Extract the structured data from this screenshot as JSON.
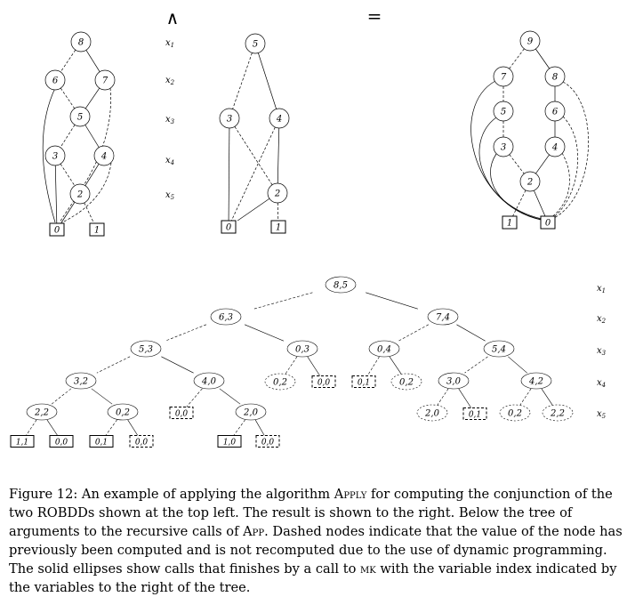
{
  "operators": {
    "and": "∧",
    "equals": "="
  },
  "var_labels_top": [
    "x1",
    "x2",
    "x3",
    "x4",
    "x5"
  ],
  "var_labels_tree": [
    "x1",
    "x2",
    "x3",
    "x4",
    "x5"
  ],
  "bdd1": {
    "nodes": [
      {
        "id": "8",
        "var": 1
      },
      {
        "id": "6",
        "var": 2
      },
      {
        "id": "7",
        "var": 2
      },
      {
        "id": "5",
        "var": 3
      },
      {
        "id": "3",
        "var": 4
      },
      {
        "id": "4",
        "var": 4
      },
      {
        "id": "2",
        "var": 5
      },
      {
        "id": "0",
        "terminal": true
      },
      {
        "id": "1",
        "terminal": true
      }
    ],
    "edges": [
      {
        "from": "8",
        "to": "6",
        "low": true
      },
      {
        "from": "8",
        "to": "7",
        "low": false
      },
      {
        "from": "6",
        "to": "5",
        "low": true
      },
      {
        "from": "6",
        "to": "0",
        "low": false
      },
      {
        "from": "7",
        "to": "5",
        "low": false
      },
      {
        "from": "7",
        "to": "0",
        "low": true
      },
      {
        "from": "5",
        "to": "3",
        "low": true
      },
      {
        "from": "5",
        "to": "4",
        "low": false
      },
      {
        "from": "3",
        "to": "2",
        "low": true
      },
      {
        "from": "3",
        "to": "0",
        "low": false
      },
      {
        "from": "4",
        "to": "2",
        "low": false
      },
      {
        "from": "4",
        "to": "0",
        "low": true
      },
      {
        "from": "2",
        "to": "0",
        "low": false
      },
      {
        "from": "2",
        "to": "1",
        "low": true
      }
    ]
  },
  "bdd2": {
    "nodes": [
      {
        "id": "5",
        "var": 1
      },
      {
        "id": "3",
        "var": 3
      },
      {
        "id": "4",
        "var": 3
      },
      {
        "id": "2",
        "var": 5
      },
      {
        "id": "0",
        "terminal": true
      },
      {
        "id": "1",
        "terminal": true
      }
    ],
    "edges": [
      {
        "from": "5",
        "to": "3",
        "low": true
      },
      {
        "from": "5",
        "to": "4",
        "low": false
      },
      {
        "from": "3",
        "to": "0",
        "low": false
      },
      {
        "from": "3",
        "to": "2",
        "low": true
      },
      {
        "from": "4",
        "to": "2",
        "low": false
      },
      {
        "from": "4",
        "to": "0",
        "low": true
      },
      {
        "from": "2",
        "to": "0",
        "low": false
      },
      {
        "from": "2",
        "to": "1",
        "low": true
      }
    ]
  },
  "bdd3": {
    "nodes": [
      {
        "id": "9",
        "var": 1
      },
      {
        "id": "7",
        "var": 2
      },
      {
        "id": "8",
        "var": 2
      },
      {
        "id": "5",
        "var": 3
      },
      {
        "id": "6",
        "var": 3
      },
      {
        "id": "3",
        "var": 4
      },
      {
        "id": "4",
        "var": 4
      },
      {
        "id": "2",
        "var": 5
      },
      {
        "id": "1",
        "terminal": true
      },
      {
        "id": "0",
        "terminal": true
      }
    ],
    "edges": [
      {
        "from": "9",
        "to": "7",
        "low": true
      },
      {
        "from": "9",
        "to": "8",
        "low": false
      },
      {
        "from": "7",
        "to": "5",
        "low": true
      },
      {
        "from": "7",
        "to": "0",
        "low": false
      },
      {
        "from": "5",
        "to": "3",
        "low": true
      },
      {
        "from": "5",
        "to": "0",
        "low": false
      },
      {
        "from": "3",
        "to": "2",
        "low": true
      },
      {
        "from": "3",
        "to": "0",
        "low": false
      },
      {
        "from": "8",
        "to": "6",
        "low": false
      },
      {
        "from": "8",
        "to": "0",
        "low": true
      },
      {
        "from": "6",
        "to": "4",
        "low": false
      },
      {
        "from": "6",
        "to": "0",
        "low": true
      },
      {
        "from": "4",
        "to": "2",
        "low": false
      },
      {
        "from": "4",
        "to": "0",
        "low": true
      },
      {
        "from": "2",
        "to": "1",
        "low": true
      },
      {
        "from": "2",
        "to": "0",
        "low": false
      }
    ]
  },
  "tree": {
    "nodes": [
      {
        "id": "n85",
        "label": "8,5",
        "level": 1,
        "style": "solid"
      },
      {
        "id": "n63",
        "label": "6,3",
        "level": 2,
        "style": "solid"
      },
      {
        "id": "n74",
        "label": "7,4",
        "level": 2,
        "style": "solid"
      },
      {
        "id": "n53",
        "label": "5,3",
        "level": 3,
        "style": "solid"
      },
      {
        "id": "n03a",
        "label": "0,3",
        "level": 3,
        "style": "solid"
      },
      {
        "id": "n04",
        "label": "0,4",
        "level": 3,
        "style": "solid"
      },
      {
        "id": "n54",
        "label": "5,4",
        "level": 3,
        "style": "solid"
      },
      {
        "id": "n32",
        "label": "3,2",
        "level": 4,
        "style": "solid"
      },
      {
        "id": "n40",
        "label": "4,0",
        "level": 4,
        "style": "solid"
      },
      {
        "id": "d02a",
        "label": "0,2",
        "level": 4,
        "style": "dashed"
      },
      {
        "id": "t00a",
        "label": "0,0",
        "level": 4,
        "style": "dashed-box"
      },
      {
        "id": "t01a",
        "label": "0,1",
        "level": 4,
        "style": "dashed-box"
      },
      {
        "id": "d02b",
        "label": "0,2",
        "level": 4,
        "style": "dashed"
      },
      {
        "id": "n30",
        "label": "3,0",
        "level": 4,
        "style": "solid"
      },
      {
        "id": "n42",
        "label": "4,2",
        "level": 4,
        "style": "solid"
      },
      {
        "id": "n22",
        "label": "2,2",
        "level": 5,
        "style": "solid"
      },
      {
        "id": "n02",
        "label": "0,2",
        "level": 5,
        "style": "solid"
      },
      {
        "id": "t00b",
        "label": "0,0",
        "level": 5,
        "style": "dashed-box"
      },
      {
        "id": "n20",
        "label": "2,0",
        "level": 5,
        "style": "solid"
      },
      {
        "id": "d20",
        "label": "2,0",
        "level": 5,
        "style": "dashed"
      },
      {
        "id": "t01b",
        "label": "0,1",
        "level": 5,
        "style": "dashed-box"
      },
      {
        "id": "d02c",
        "label": "0,2",
        "level": 5,
        "style": "dashed"
      },
      {
        "id": "d22",
        "label": "2,2",
        "level": 5,
        "style": "dashed"
      },
      {
        "id": "t11",
        "label": "1,1",
        "level": 6,
        "style": "box"
      },
      {
        "id": "t00c",
        "label": "0,0",
        "level": 6,
        "style": "box"
      },
      {
        "id": "t01c",
        "label": "0,1",
        "level": 6,
        "style": "box"
      },
      {
        "id": "t00d",
        "label": "0,0",
        "level": 6,
        "style": "dashed-box"
      },
      {
        "id": "t10",
        "label": "1,0",
        "level": 6,
        "style": "box"
      },
      {
        "id": "t00e",
        "label": "0,0",
        "level": 6,
        "style": "dashed-box"
      }
    ],
    "edges": [
      {
        "from": "n85",
        "to": "n63",
        "low": true
      },
      {
        "from": "n85",
        "to": "n74",
        "low": false
      },
      {
        "from": "n63",
        "to": "n53",
        "low": true
      },
      {
        "from": "n63",
        "to": "n03a",
        "low": false
      },
      {
        "from": "n74",
        "to": "n04",
        "low": true
      },
      {
        "from": "n74",
        "to": "n54",
        "low": false
      },
      {
        "from": "n53",
        "to": "n32",
        "low": true
      },
      {
        "from": "n53",
        "to": "n40",
        "low": false
      },
      {
        "from": "n03a",
        "to": "d02a",
        "low": true
      },
      {
        "from": "n03a",
        "to": "t00a",
        "low": false
      },
      {
        "from": "n04",
        "to": "t01a",
        "low": true
      },
      {
        "from": "n04",
        "to": "d02b",
        "low": false
      },
      {
        "from": "n54",
        "to": "n30",
        "low": true
      },
      {
        "from": "n54",
        "to": "n42",
        "low": false
      },
      {
        "from": "n32",
        "to": "n22",
        "low": true
      },
      {
        "from": "n32",
        "to": "n02",
        "low": false
      },
      {
        "from": "n40",
        "to": "t00b",
        "low": true
      },
      {
        "from": "n40",
        "to": "n20",
        "low": false
      },
      {
        "from": "n30",
        "to": "d20",
        "low": true
      },
      {
        "from": "n30",
        "to": "t01b",
        "low": false
      },
      {
        "from": "n42",
        "to": "d02c",
        "low": true
      },
      {
        "from": "n42",
        "to": "d22",
        "low": false
      },
      {
        "from": "n22",
        "to": "t11",
        "low": true
      },
      {
        "from": "n22",
        "to": "t00c",
        "low": false
      },
      {
        "from": "n02",
        "to": "t01c",
        "low": true
      },
      {
        "from": "n02",
        "to": "t00d",
        "low": false
      },
      {
        "from": "n20",
        "to": "t10",
        "low": true
      },
      {
        "from": "n20",
        "to": "t00e",
        "low": false
      }
    ]
  },
  "caption": {
    "part1": "Figure 12: An example of applying the algorithm ",
    "apply": "Apply",
    "part2": " for computing the conjunction of the two ROBDDs shown at the top left. The result is shown to the right. Below the tree of arguments to the recursive calls of ",
    "app": "App",
    "part3": ". Dashed nodes indicate that the value of the node has previously been computed and is not recomputed due to the use of dynamic programming. The solid ellipses show calls that finishes by a call to ",
    "mk": "mk",
    "part4": " with the variable index indicated by the variables to the right of the tree."
  }
}
